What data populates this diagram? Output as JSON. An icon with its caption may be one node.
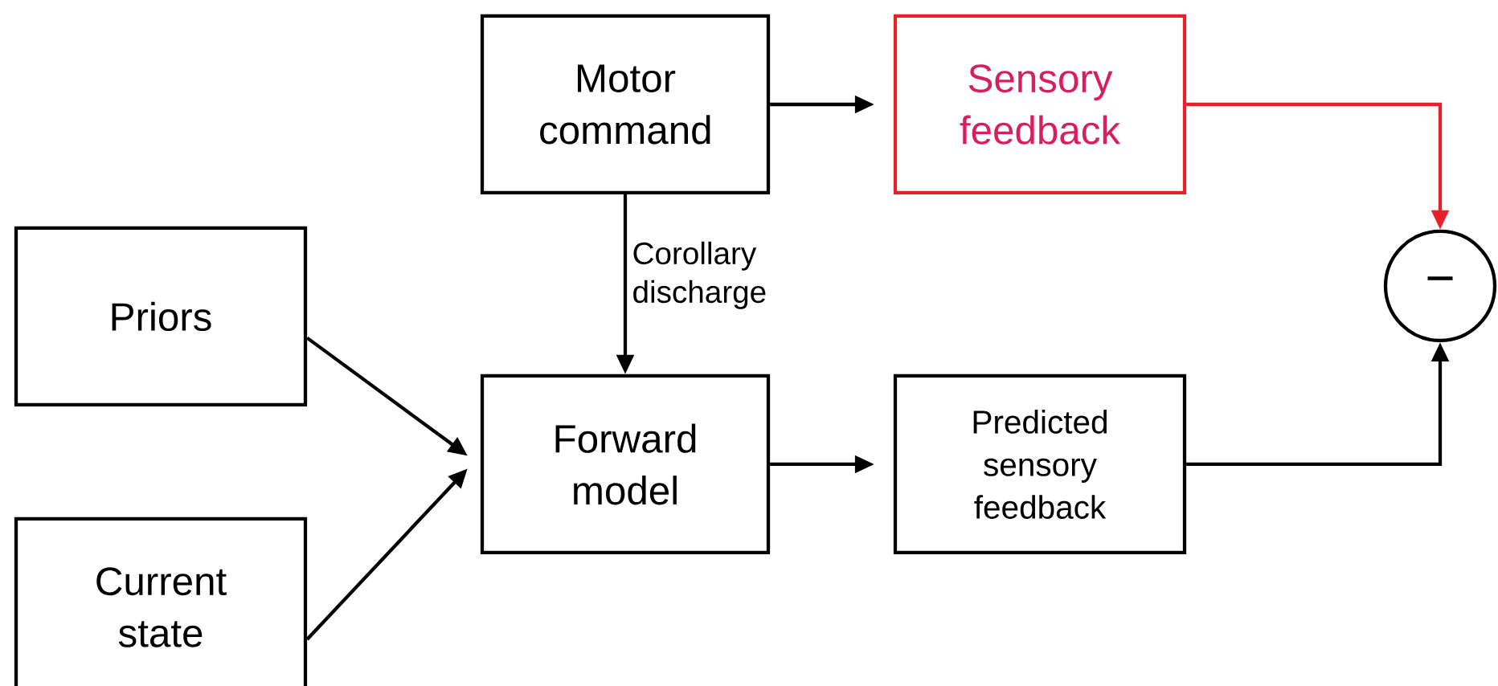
{
  "diagram": {
    "nodes": [
      {
        "text": [
          "Motor command"
        ]
      },
      {
        "text": [
          "Sensory feedback"
        ]
      },
      {
        "text": [
          "Priors"
        ]
      },
      {
        "text": [
          "Forward model"
        ]
      },
      {
        "text": [
          "Predicted sensory feedback"
        ]
      },
      {
        "text": [
          "Current state"
        ]
      },
      {
        "text": [
          "−"
        ]
      }
    ],
    "edges": [
      {
        "from": 0,
        "to": 1,
        "arrow": "to"
      },
      {
        "from": 0,
        "to": 3,
        "arrow": "to",
        "label": "Corollary discharge"
      },
      {
        "from": 2,
        "to": 3,
        "arrow": "to"
      },
      {
        "from": 5,
        "to": 3,
        "arrow": "to"
      },
      {
        "from": 3,
        "to": 4,
        "arrow": "to"
      },
      {
        "from": 1,
        "to": 6,
        "arrow": "to",
        "color": "#e8202a"
      },
      {
        "from": 4,
        "to": 6,
        "arrow": "to"
      }
    ]
  }
}
